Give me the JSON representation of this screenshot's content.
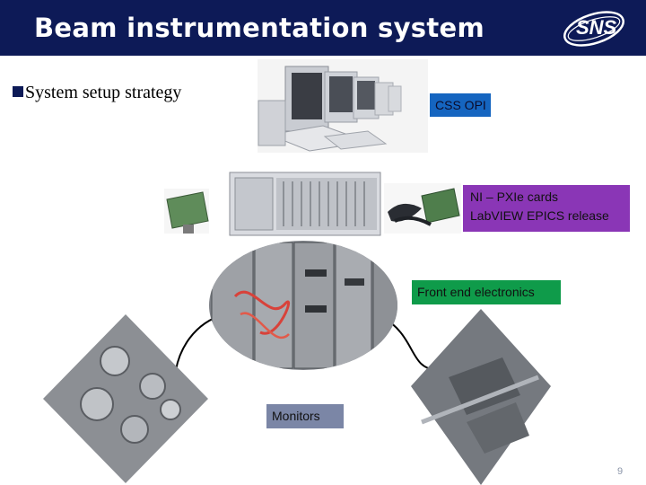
{
  "slide": {
    "title": "Beam instrumentation system",
    "logo_text": "SNS",
    "bullet_text": "System setup strategy",
    "labels": {
      "css_opi": "CSS OPI",
      "ni_line1": "NI – PXIe cards",
      "ni_line2": "LabVIEW EPICS release",
      "front_end": "Front end electronics",
      "monitors": "Monitors"
    },
    "page_number": "9"
  },
  "colors": {
    "header_bg": "#0d1a57",
    "css_label": "#1565c0",
    "ni_label": "#8a36b6",
    "front_end_label": "#0f9b4a",
    "monitors_label": "#7b86a6"
  },
  "icons": [
    "computer-workstations-photo",
    "pxie-chassis-photo",
    "electronics-racks-photo",
    "beam-monitors-photo",
    "beamline-photo"
  ]
}
